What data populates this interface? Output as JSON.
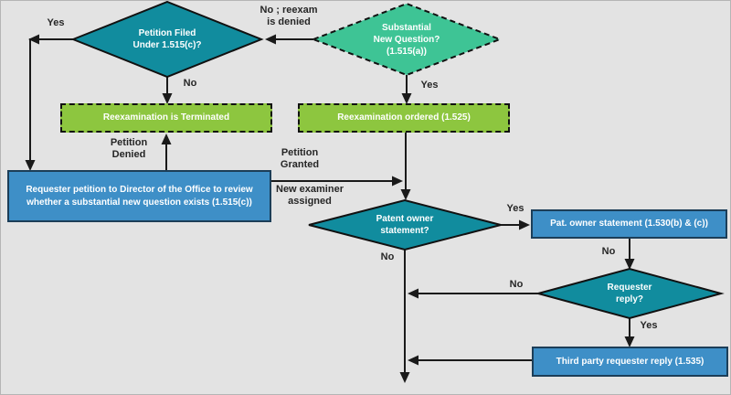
{
  "title": "Ex parte reexamination flowchart",
  "colors": {
    "background": "#e3e3e3",
    "decision_teal": "#118c9e",
    "decision_mint": "#3ec495",
    "terminal_green": "#8dc63f",
    "process_blue": "#3e8fc7",
    "process_blue_border": "#1c3e58",
    "line": "#1a1a1a",
    "label_text": "#262626",
    "node_text": "#ffffff"
  },
  "nodes": {
    "substantial_question": {
      "type": "decision",
      "label": "Substantial\nNew Question?\n(1.515(a))"
    },
    "petition_filed": {
      "type": "decision",
      "label": "Petition Filed\nUnder 1.515(c)?"
    },
    "reexam_terminated": {
      "type": "terminal",
      "label": "Reexamination is Terminated"
    },
    "reexam_ordered": {
      "type": "process",
      "label": "Reexamination ordered (1.525)"
    },
    "requester_petition": {
      "type": "process",
      "label": "Requester petition to Director of the Office to review\nwhether a substantial new question exists (1.515(c))"
    },
    "patent_owner_statement_q": {
      "type": "decision",
      "label": "Patent owner\nstatement?"
    },
    "pat_owner_statement": {
      "type": "process",
      "label": "Pat. owner statement (1.530(b) & (c))"
    },
    "requester_reply_q": {
      "type": "decision",
      "label": "Requester\nreply?"
    },
    "third_party_reply": {
      "type": "process",
      "label": "Third party requester reply (1.535)"
    }
  },
  "labels": {
    "no_reexam_denied": "No ; reexam\nis denied",
    "yes_top_left": "Yes",
    "no_below_petition_filed": "No",
    "yes_below_substantial": "Yes",
    "petition_denied": "Petition\nDenied",
    "petition_granted": "Petition\nGranted",
    "new_examiner_assigned": "New examiner\nassigned",
    "yes_patent_owner": "Yes",
    "no_patent_owner": "No",
    "no_after_statement": "No",
    "no_requester_reply": "No",
    "yes_requester_reply": "Yes"
  }
}
